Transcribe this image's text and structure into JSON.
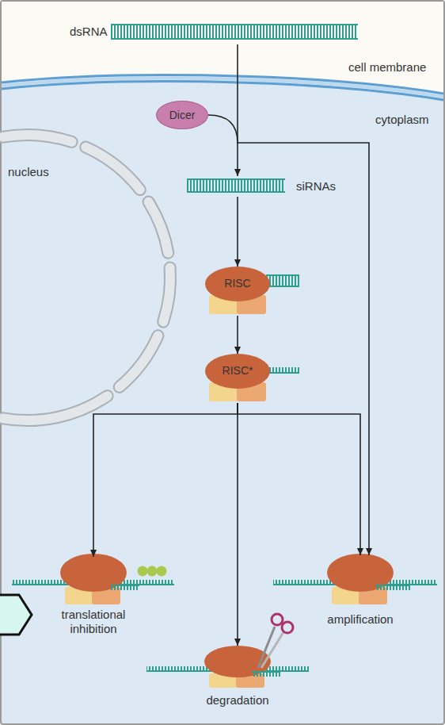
{
  "diagram": {
    "nodes": [
      {
        "text": [
          "dsRNA"
        ]
      },
      {
        "text": [
          "Dicer"
        ]
      },
      {
        "text": [
          "siRNAs"
        ]
      },
      {
        "text": [
          "RISC"
        ]
      },
      {
        "text": [
          "RISC*"
        ]
      },
      {
        "text": [
          "translational inhibition"
        ]
      },
      {
        "text": [
          "degradation"
        ]
      },
      {
        "text": [
          "amplification"
        ]
      }
    ],
    "edges": [
      {
        "from": 0,
        "to": 2,
        "arrow": "to"
      },
      {
        "from": 1,
        "to": 7,
        "arrow": "to"
      },
      {
        "from": 2,
        "to": 3,
        "arrow": "to"
      },
      {
        "from": 3,
        "to": 4,
        "arrow": "to"
      },
      {
        "from": 4,
        "to": 5,
        "arrow": "to"
      },
      {
        "from": 4,
        "to": 6,
        "arrow": "to"
      },
      {
        "from": 4,
        "to": 7,
        "arrow": "to"
      }
    ],
    "labels": [
      "cell membrane",
      "cytoplasm",
      "nucleus"
    ]
  }
}
